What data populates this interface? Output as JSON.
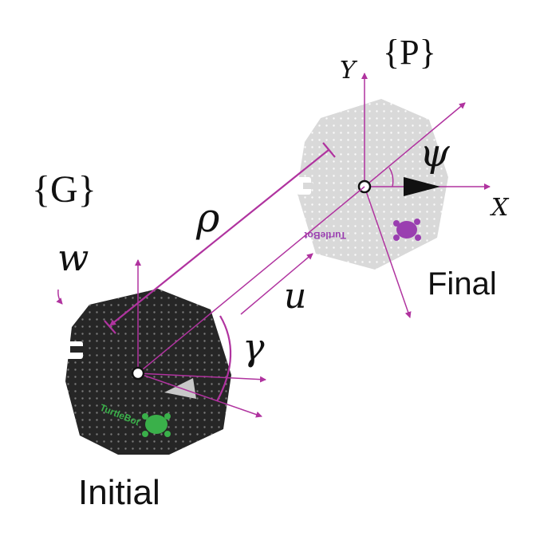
{
  "labels": {
    "frame_g": "{G}",
    "frame_p": "{P}",
    "axis_y": "Y",
    "axis_x": "X",
    "rho": "ρ",
    "w": "w",
    "u": "u",
    "gamma": "γ",
    "psi": "ψ",
    "initial": "Initial",
    "final": "Final"
  },
  "robot_brand": "TurtleBot",
  "colors": {
    "arrow": "#b0339f",
    "initial_robot": "#262626",
    "final_robot": "#d9d9d9",
    "initial_logo": "#3ab04a",
    "final_logo": "#9a3fb0"
  }
}
